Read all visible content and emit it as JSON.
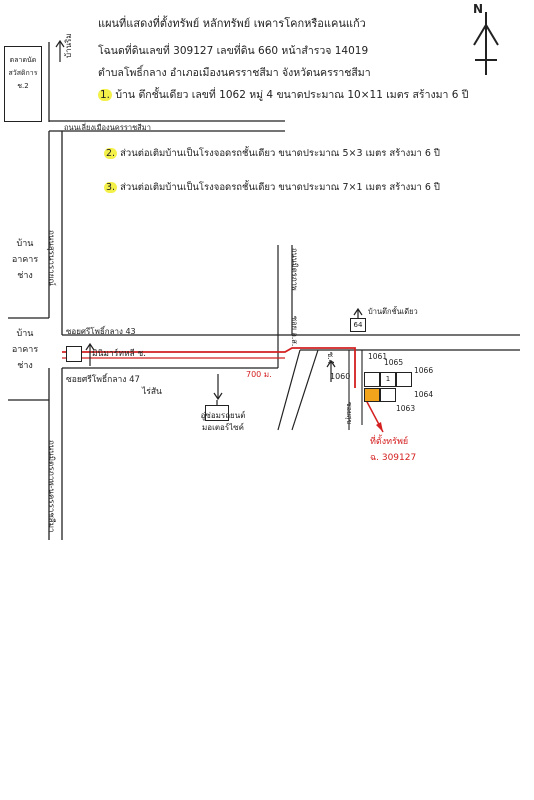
{
  "header": {
    "line1": "แผนที่แสดงที่ตั้งทรัพย์ หลักทรัพย์ เพคารโคกหรือแคนแก้ว",
    "line2": "โฉนดที่ดินเลขที่ 309127 เลขที่ดิน 660 หน้าสำรวจ 14019",
    "line3": "ตำบลโพธิ์กลาง อำเภอเมืองนครราชสีมา จังหวัดนครราชสีมา"
  },
  "north_arrow": {
    "label": "N"
  },
  "notes": [
    {
      "marker": "1.",
      "text": "บ้าน ตึกชั้นเดียว เลขที่ 1062 หมู่ 4 ขนาดประมาณ 10×11 เมตร สร้างมา 6 ปี"
    },
    {
      "marker": "2.",
      "text": "ส่วนต่อเติมบ้านเป็นโรงจอดรถชั้นเดียว ขนาดประมาณ 5×3 เมตร สร้างมา 6 ปี"
    },
    {
      "marker": "3.",
      "text": "ส่วนต่อเติมบ้านเป็นโรงจอดรถชั้นเดียว ขนาดประมาณ 7×1 เมตร สร้างมา 6 ปี"
    }
  ],
  "labels": {
    "market": "ตลาดนัด สวัสดิการ ช.2",
    "ban_arrow": "บ้านริม",
    "road_top": "ถนนเลี่ยงเมืองนครราชสีมา",
    "road_left_vertical": "ถนนสุรนารายณ์",
    "ban_left_upper": "บ้าน อาคาร ช่าง",
    "ban_left_lower": "บ้าน อาคาร ช่าง",
    "soi_a": "ซอยศรีโพธิ์กลาง 43",
    "minimart": "มินิมาร์ทหลี ช.",
    "soi_b": "ซอยศรีโพธิ์กลาง 47",
    "distance": "700 ม.",
    "rasan": "ไร่สัน",
    "road_right_vertical": "ถนนมิตรภาพ",
    "soi_c": "ซอย อ.ส.",
    "soi_lane_number": "ซ.4",
    "repair_shop": "อู่ซ่อมรถยนต์ มอเตอร์ไซค์",
    "house_1060": "1060",
    "house_1064_top": "64",
    "single_storey": "บ้านตึกชั้นเดียว",
    "house_1061": "1061",
    "house_1065": "1065",
    "house_1066": "1066",
    "house_1062_circle": "1",
    "house_1064": "1064",
    "house_1063": "1063",
    "soi_vertical_small": "ซอยสุข",
    "subject_label": "ที่ตั้งทรัพย์",
    "subject_deed": "ฉ. 309127",
    "left_bottom_road": "ถนนมิตรภาพ-นครราชสีมา"
  },
  "colors": {
    "route": "#d42020",
    "highlight": "#f4f04a",
    "subject_fill": "#f2a51c"
  }
}
